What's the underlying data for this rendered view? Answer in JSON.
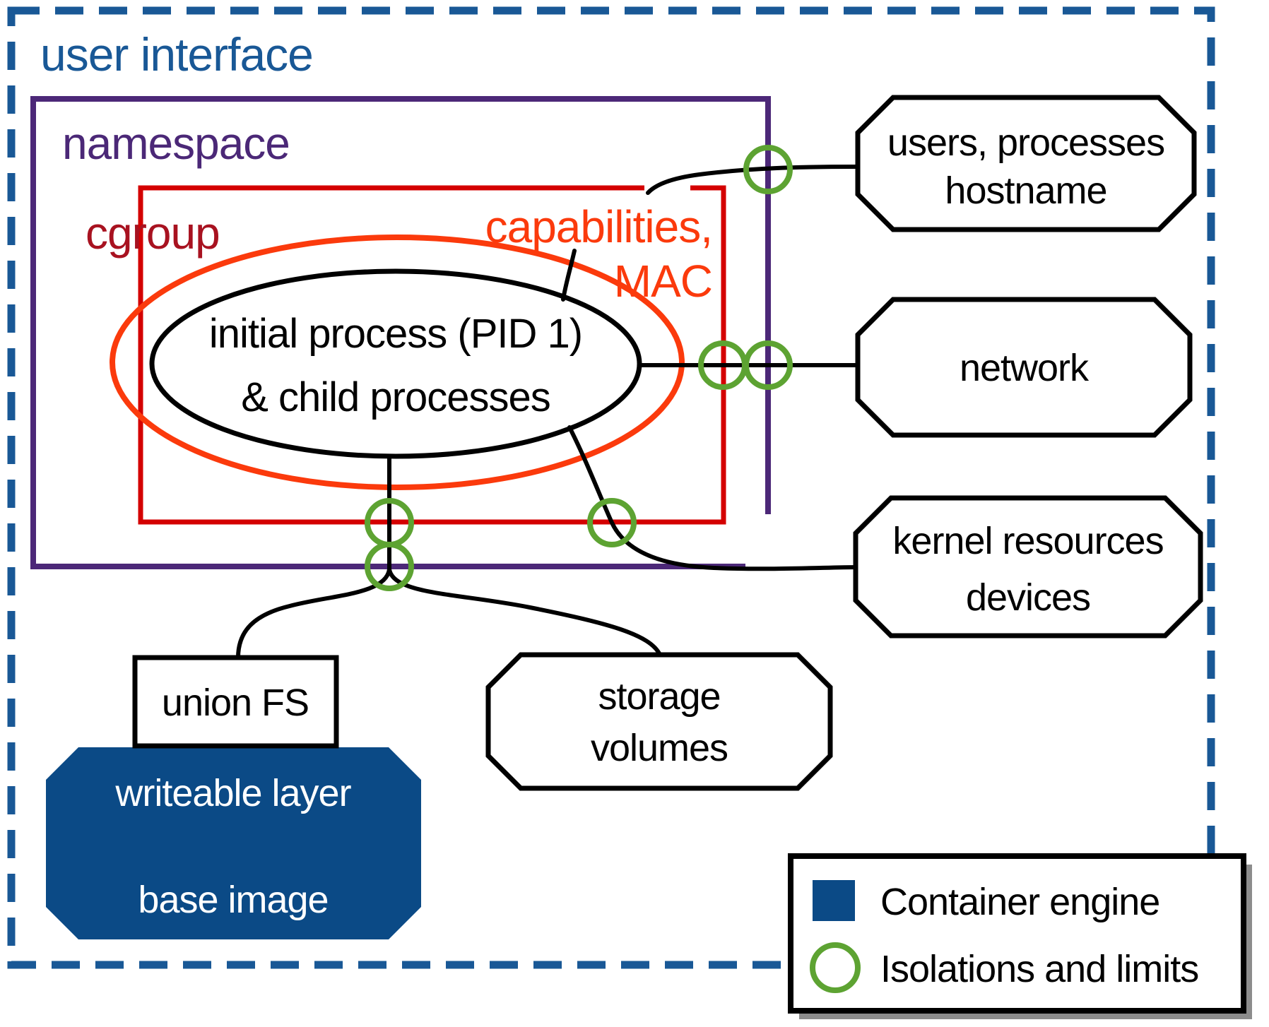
{
  "containers": {
    "user_interface": "user interface",
    "namespace": "namespace",
    "cgroup": "cgroup",
    "capabilities": {
      "line1": "capabilities,",
      "line2": "MAC"
    }
  },
  "process_ellipse": {
    "line1": "initial process (PID 1)",
    "line2": "& child processes"
  },
  "nodes": {
    "users": {
      "line1": "users, processes",
      "line2": "hostname"
    },
    "network": {
      "label": "network"
    },
    "kernel": {
      "line1": "kernel resources",
      "line2": "devices"
    },
    "storage": {
      "line1": "storage",
      "line2": "volumes"
    },
    "union_fs": {
      "label": "union FS"
    },
    "writeable_layer": {
      "label": "writeable layer"
    },
    "base_image": {
      "label": "base image"
    }
  },
  "legend": {
    "container_engine": "Container engine",
    "isolations": "Isolations and limits"
  },
  "colors": {
    "ui_blue": "#195896",
    "namespace_purple": "#4C2878",
    "cgroup_red": "#D40000",
    "cgroup_text_red": "#A81220",
    "capabilities_orange": "#FB3A0C",
    "isolation_green": "#5DA332",
    "engine_blue": "#0B4A86",
    "line_black": "#000000"
  }
}
